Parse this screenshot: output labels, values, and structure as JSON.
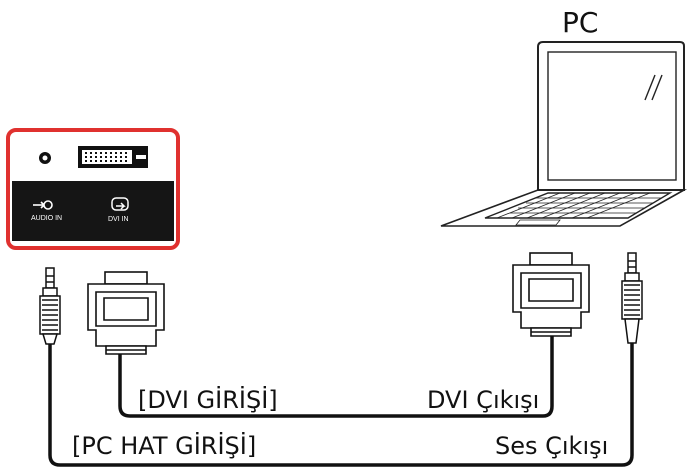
{
  "computer": {
    "label": "PC"
  },
  "panel": {
    "audio_in_label": "AUDIO IN",
    "dvi_in_label": "DVI IN",
    "border_color": "#e0312f"
  },
  "labels": {
    "dvi_input": "[DVI GİRİŞİ]",
    "dvi_output": "DVI Çıkışı",
    "pc_line_input": "[PC HAT GİRİŞİ]",
    "audio_output": "Ses Çıkışı"
  },
  "icons": [
    "audio-jack-icon",
    "dvi-port-icon",
    "audio-in-icon",
    "dvi-in-icon",
    "laptop-icon",
    "dvi-connector-icon",
    "audio-plug-icon"
  ]
}
